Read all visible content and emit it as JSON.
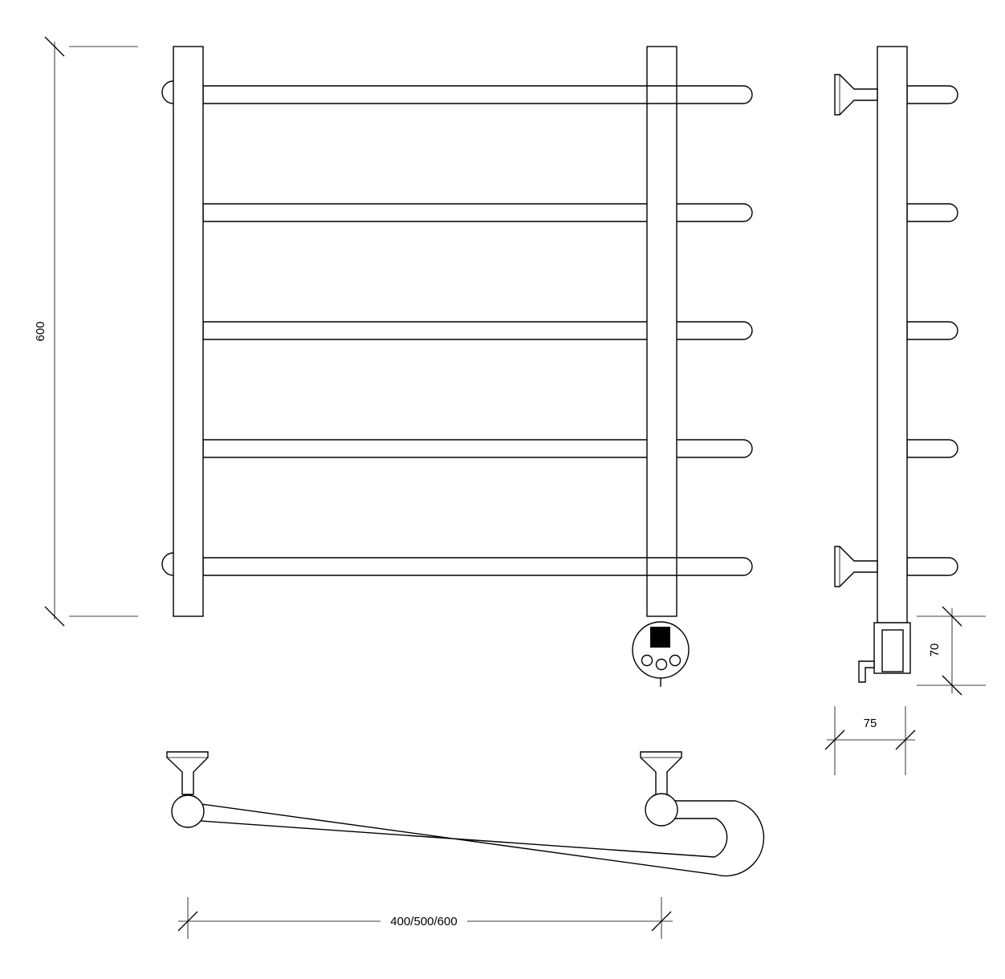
{
  "dimensions": {
    "height_label": "600",
    "width_label": "400/500/600",
    "depth_label": "75",
    "controller_height_label": "70"
  },
  "front_view": {
    "bar_count": 5
  },
  "side_view": {
    "bar_count": 5,
    "mount_count": 2
  },
  "colors": {
    "line": "#000000",
    "background": "#ffffff",
    "controller_button": "#000000"
  }
}
